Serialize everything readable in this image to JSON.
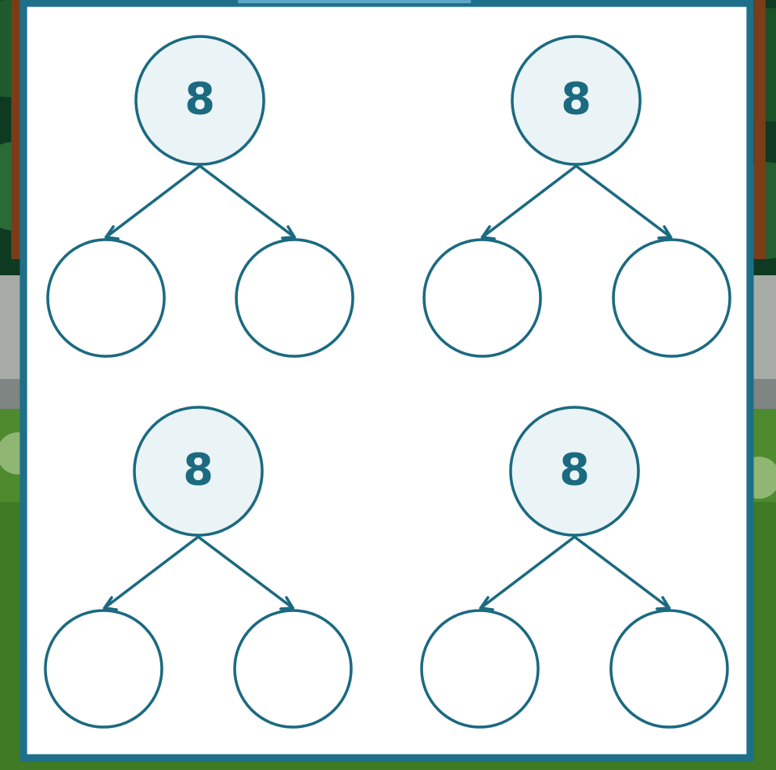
{
  "worksheet": {
    "trees": [
      {
        "whole": "8",
        "parts": [
          "",
          ""
        ]
      },
      {
        "whole": "8",
        "parts": [
          "",
          ""
        ]
      },
      {
        "whole": "8",
        "parts": [
          "",
          ""
        ]
      },
      {
        "whole": "8",
        "parts": [
          "",
          ""
        ]
      }
    ]
  },
  "colors": {
    "accent": "#1b6a80",
    "whole_fill": "#eaf3f5",
    "part_fill": "#ffffff",
    "frame_border": "#1e6f8a",
    "grass_green": "#4e8a2e"
  }
}
